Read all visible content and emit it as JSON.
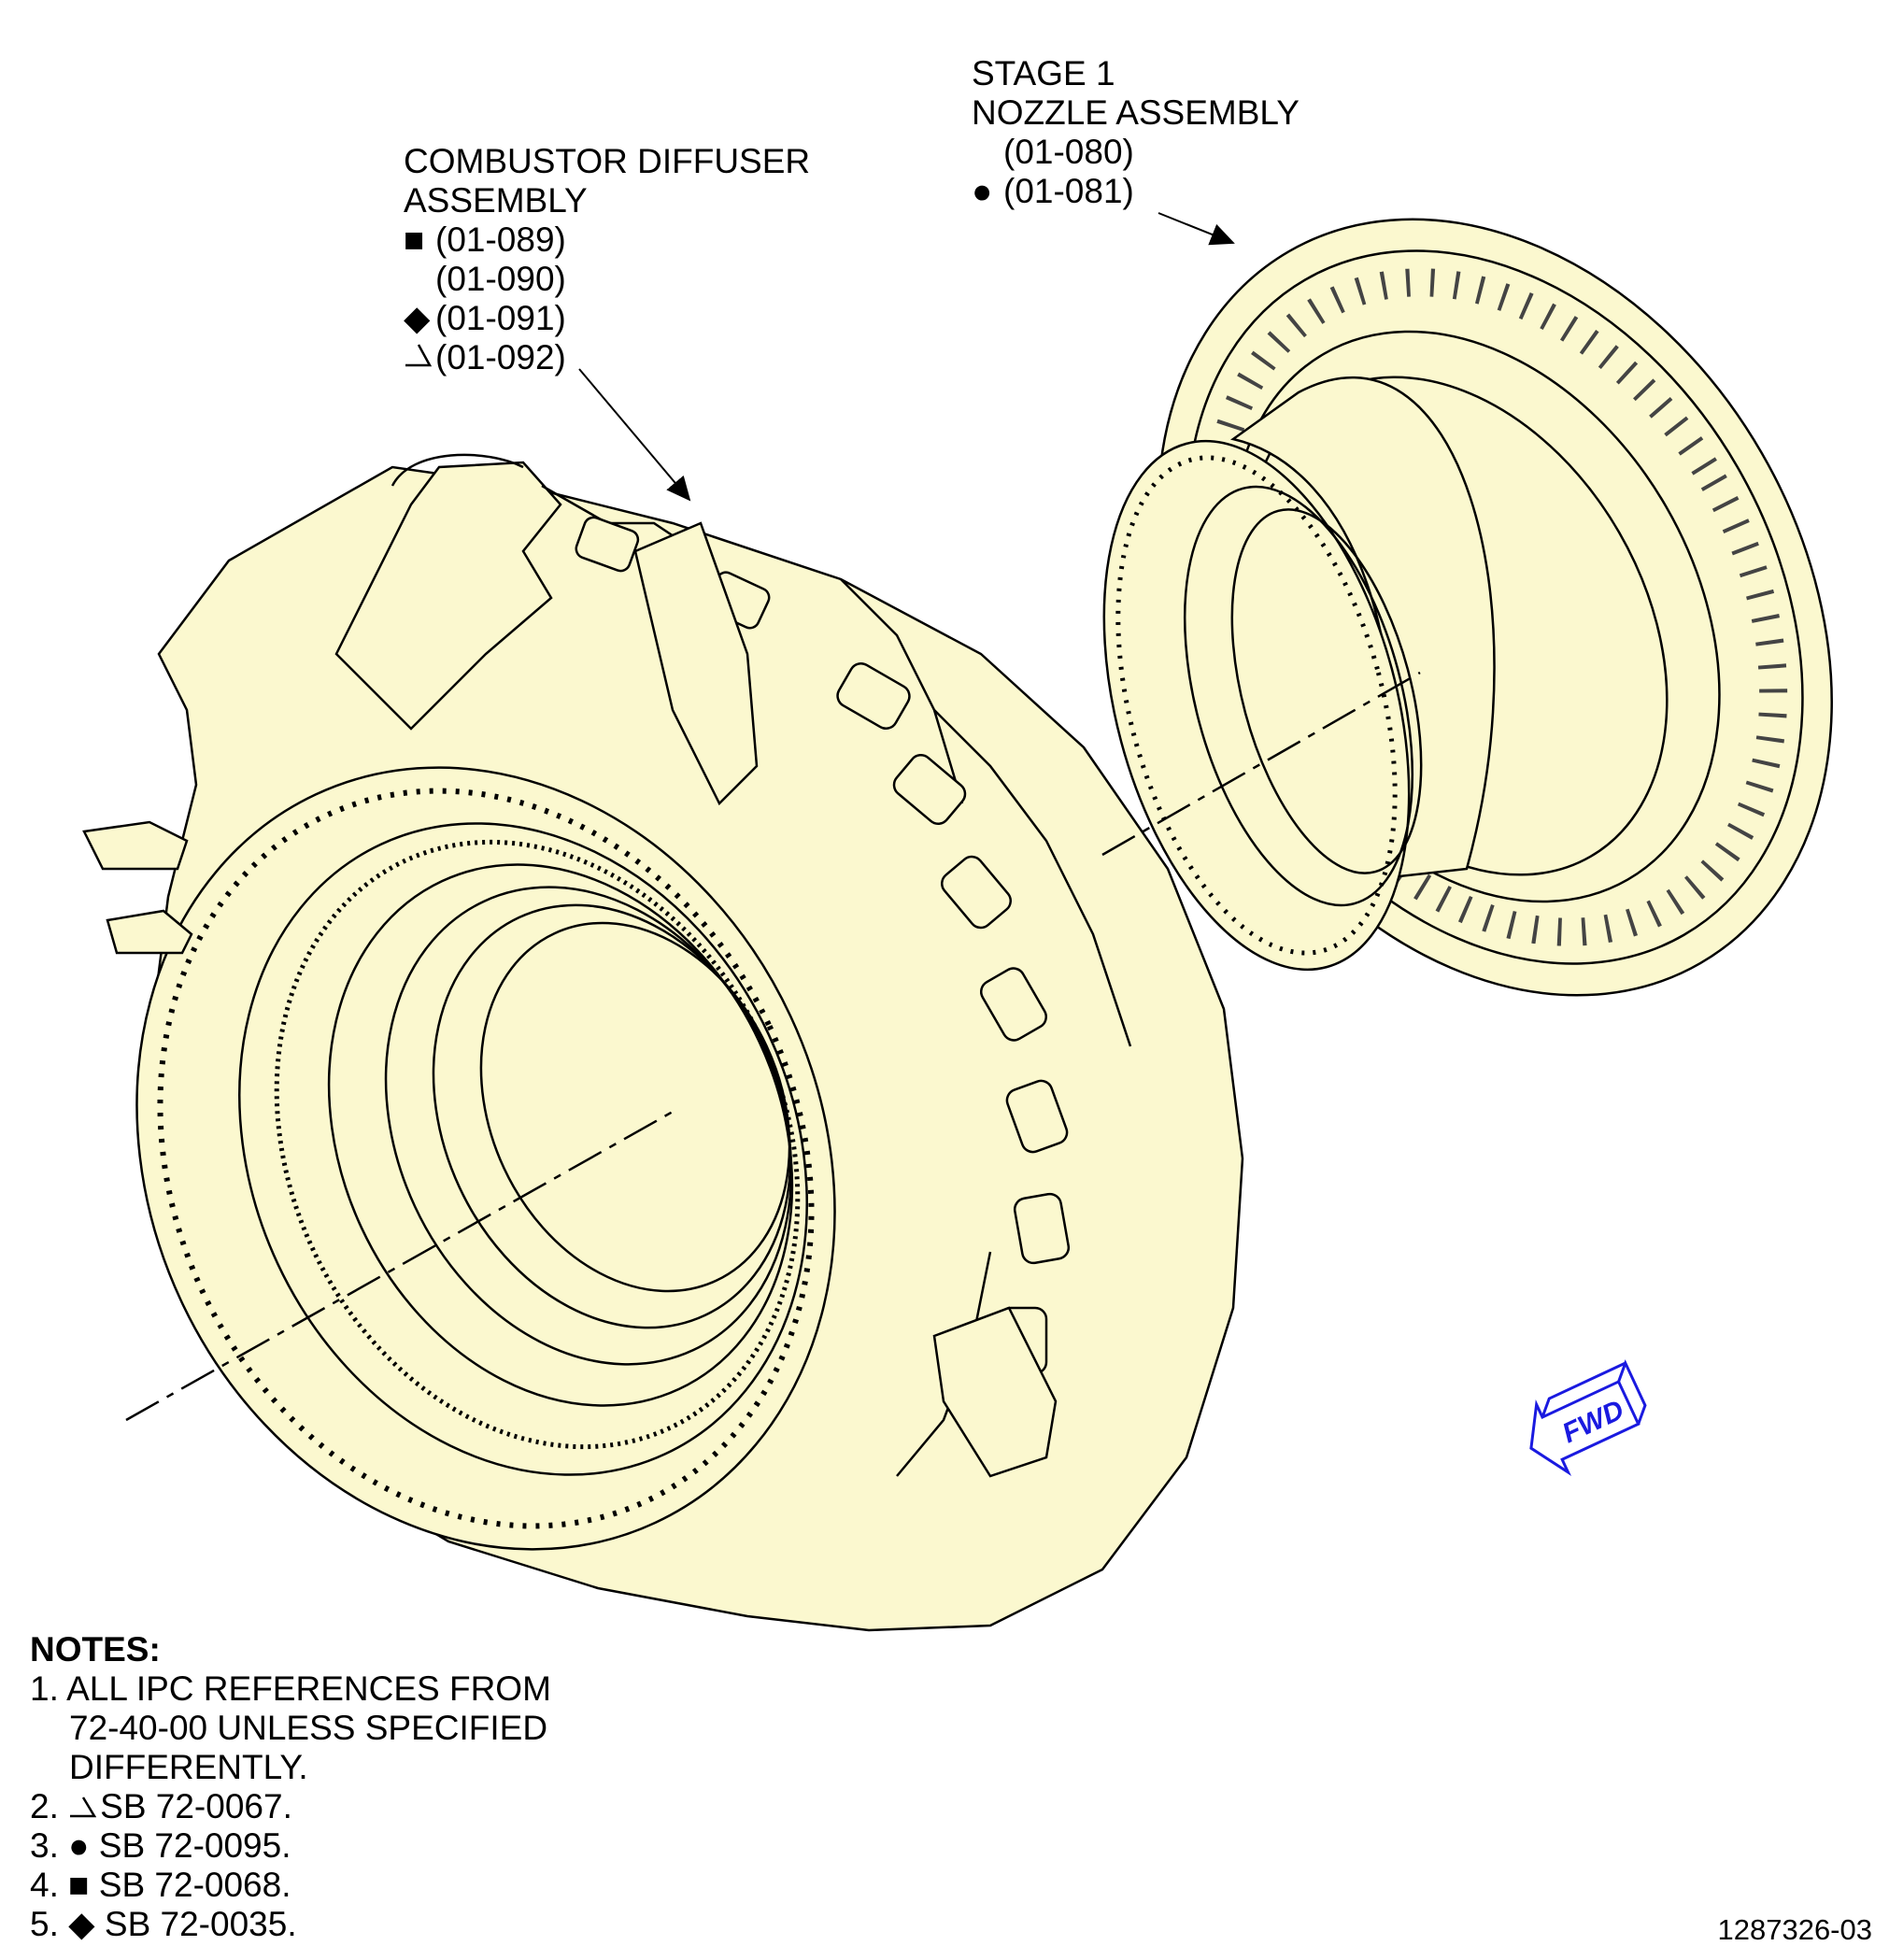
{
  "callouts": {
    "diffuser": {
      "title_line1": "COMBUSTOR DIFFUSER",
      "title_line2": "ASSEMBLY",
      "refs": [
        {
          "symbol": "square",
          "ref": "(01-089)"
        },
        {
          "symbol": "",
          "ref": "(01-090)"
        },
        {
          "symbol": "diamond",
          "ref": "(01-091)"
        },
        {
          "symbol": "angle",
          "ref": "(01-092)"
        }
      ]
    },
    "nozzle": {
      "title_line1": "STAGE 1",
      "title_line2": "NOZZLE ASSEMBLY",
      "refs": [
        {
          "symbol": "",
          "ref": "(01-080)"
        },
        {
          "symbol": "circle",
          "ref": "(01-081)"
        }
      ]
    }
  },
  "notes": {
    "heading": "NOTES:",
    "items": [
      {
        "num": "1.",
        "symbol": "",
        "lines": [
          "ALL IPC REFERENCES FROM",
          "72-40-00 UNLESS SPECIFIED",
          "DIFFERENTLY."
        ]
      },
      {
        "num": "2.",
        "symbol": "angle",
        "lines": [
          "SB 72-0067."
        ]
      },
      {
        "num": "3.",
        "symbol": "circle",
        "lines": [
          "SB 72-0095."
        ]
      },
      {
        "num": "4.",
        "symbol": "square",
        "lines": [
          "SB 72-0068."
        ]
      },
      {
        "num": "5.",
        "symbol": "diamond",
        "lines": [
          "SB 72-0035."
        ]
      }
    ]
  },
  "fwd_label": "FWD",
  "figure_number": "1287326-03",
  "colors": {
    "part_fill": "#fbf8cf",
    "line": "#000000",
    "fwd_arrow": "#1a1ae0"
  }
}
